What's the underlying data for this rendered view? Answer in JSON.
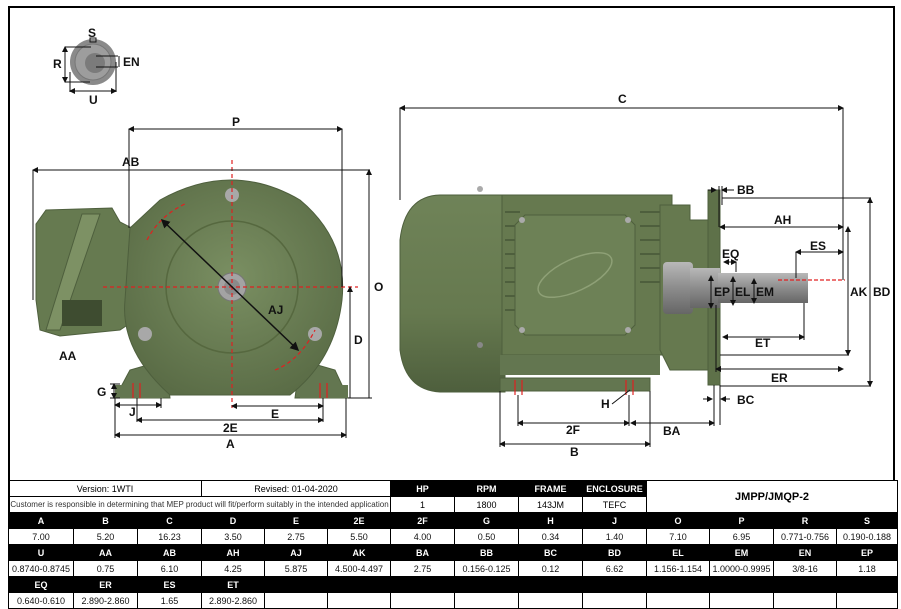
{
  "shaft_detail": {
    "labels": [
      "S",
      "R",
      "EN",
      "U"
    ]
  },
  "front_view": {
    "labels": [
      "P",
      "AB",
      "O",
      "AJ",
      "D",
      "AA",
      "G",
      "J",
      "E",
      "2E",
      "A"
    ]
  },
  "side_view": {
    "labels": [
      "C",
      "BB",
      "AH",
      "ES",
      "EQ",
      "EP",
      "EL",
      "EM",
      "AK",
      "BD",
      "ET",
      "ER",
      "H",
      "BC",
      "2F",
      "BA",
      "B"
    ]
  },
  "colors": {
    "motor_body": "#6b7f55",
    "motor_shadow": "#4e5f3d",
    "shaft": "#9a9a9a",
    "centerline": "#e02020",
    "dimension_line": "#111111"
  },
  "table": {
    "version": "Version: 1WTI",
    "revised": "Revised: 01-04-2020",
    "disclaimer": "Customer is responsible in determining that MEP product will fit/perform suitably in the intended application",
    "summary_headers": [
      "HP",
      "RPM",
      "FRAME",
      "ENCLOSURE"
    ],
    "summary_values": [
      "1",
      "1800",
      "143JM",
      "TEFC"
    ],
    "model": "JMPP/JMQP-2",
    "rows": [
      {
        "headers": [
          "A",
          "B",
          "C",
          "D",
          "E",
          "2E",
          "2F",
          "G",
          "H",
          "J",
          "O",
          "P",
          "R",
          "S"
        ],
        "values": [
          "7.00",
          "5.20",
          "16.23",
          "3.50",
          "2.75",
          "5.50",
          "4.00",
          "0.50",
          "0.34",
          "1.40",
          "7.10",
          "6.95",
          "0.771-0.756",
          "0.190-0.188"
        ]
      },
      {
        "headers": [
          "U",
          "AA",
          "AB",
          "AH",
          "AJ",
          "AK",
          "BA",
          "BB",
          "BC",
          "BD",
          "EL",
          "EM",
          "EN",
          "EP"
        ],
        "values": [
          "0.8740-0.8745",
          "0.75",
          "6.10",
          "4.25",
          "5.875",
          "4.500-4.497",
          "2.75",
          "0.156-0.125",
          "0.12",
          "6.62",
          "1.156-1.154",
          "1.0000-0.9995",
          "3/8-16",
          "1.18"
        ]
      },
      {
        "headers": [
          "EQ",
          "ER",
          "ES",
          "ET",
          "",
          "",
          "",
          "",
          "",
          "",
          "",
          "",
          "",
          ""
        ],
        "values": [
          "0.640-0.610",
          "2.890-2.860",
          "1.65",
          "2.890-2.860",
          "",
          "",
          "",
          "",
          "",
          "",
          "",
          "",
          "",
          ""
        ]
      }
    ]
  }
}
